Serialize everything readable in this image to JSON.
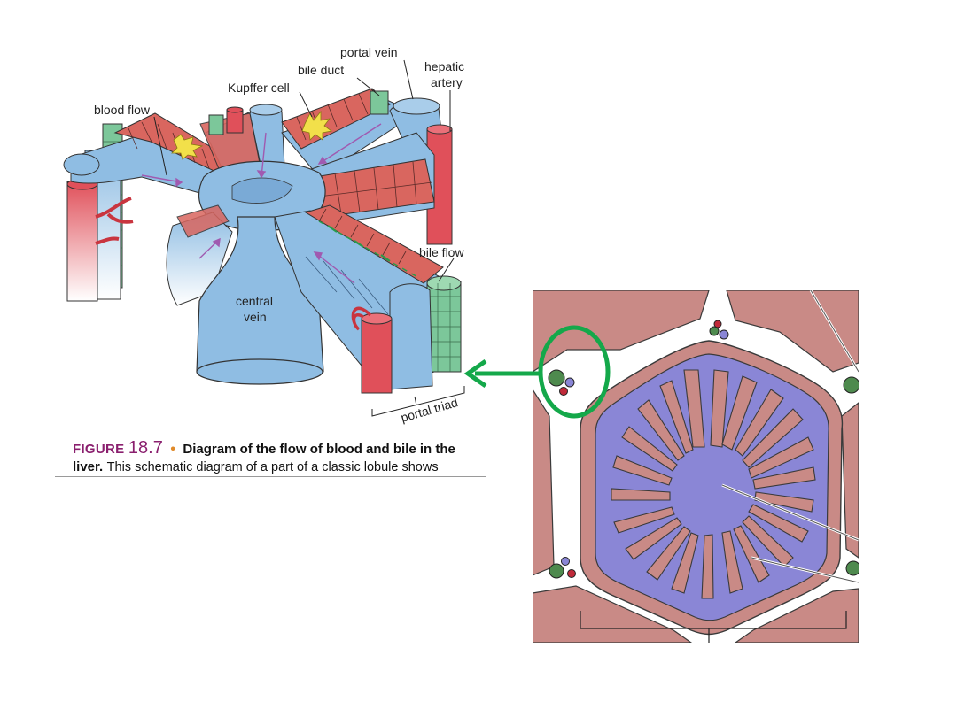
{
  "liver_diagram": {
    "labels": {
      "portal_vein": "portal vein",
      "bile_duct": "bile duct",
      "hepatic_artery_1": "hepatic",
      "hepatic_artery_2": "artery",
      "kupffer_cell": "Kupffer cell",
      "blood_flow": "blood flow",
      "bile_flow": "bile flow",
      "central_vein_1": "central",
      "central_vein_2": "vein",
      "portal_triad": "portal triad"
    }
  },
  "caption": {
    "figure_word": "FIGURE",
    "figure_number": "18.7",
    "bullet": "•",
    "bold_text": "Diagram of the flow of blood and bile in the liver.",
    "rest_text": "This schematic diagram of a part of a classic lobule shows"
  },
  "colors": {
    "hepatocyte_red": "#d9665f",
    "vessel_blue": "#8fbde3",
    "artery_red": "#e0505a",
    "bile_green": "#7cc79a",
    "kupffer_yellow": "#f2e04a",
    "lobule_pink": "#c98a86",
    "lobule_purple": "#8a86d6",
    "highlight_green": "#14a84a",
    "caption_purple": "#8a1f6e"
  }
}
